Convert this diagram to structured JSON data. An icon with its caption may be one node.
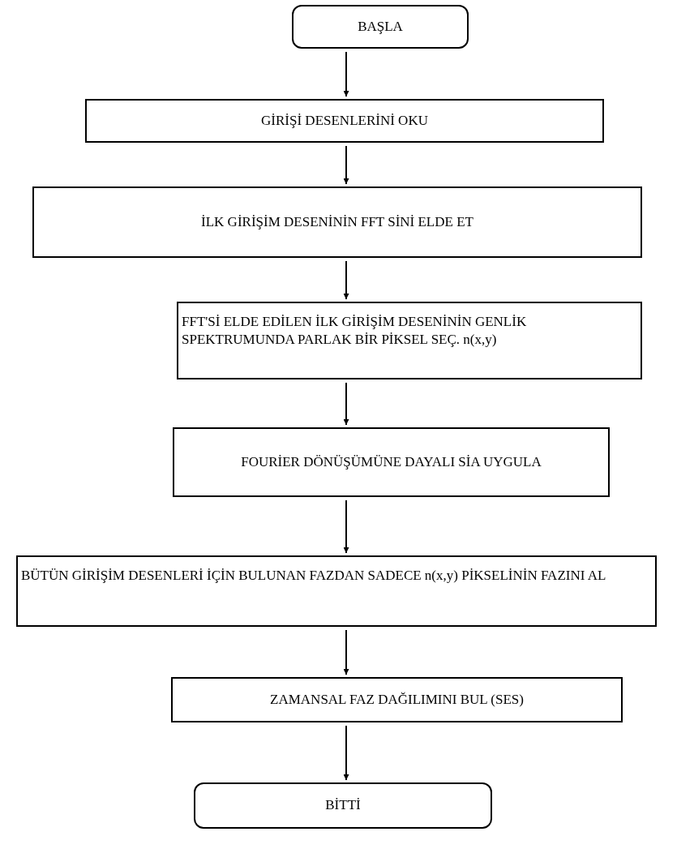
{
  "diagram": {
    "nodes": [
      {
        "text": [
          "BAŞLA"
        ]
      },
      {
        "text": [
          "GİRİŞİ DESENLERİNİ OKU"
        ]
      },
      {
        "text": [
          "İLK GİRİŞİM DESENİNİN FFT SİNİ ELDE ET"
        ]
      },
      {
        "text": [
          "FFT'Sİ ELDE EDİLEN İLK GİRİŞİM DESENİNİN GENLİK SPEKTRUMUNDA PARLAK BİR PİKSEL SEÇ. n(x,y)"
        ]
      },
      {
        "text": [
          "FOURİER DÖNÜŞÜMÜNE DAYALI SİA UYGULA"
        ]
      },
      {
        "text": [
          "BÜTÜN GİRİŞİM DESENLERİ İÇİN BULUNAN FAZDAN SADECE n(x,y) PİKSELİNİN FAZINI AL"
        ]
      },
      {
        "text": [
          "ZAMANSAL FAZ DAĞILIMINI BUL (SES)"
        ]
      },
      {
        "text": [
          "BİTTİ"
        ]
      }
    ],
    "edges": [
      {
        "from": 0,
        "to": 1,
        "arrow": "to"
      },
      {
        "from": 1,
        "to": 2,
        "arrow": "to"
      },
      {
        "from": 2,
        "to": 3,
        "arrow": "to"
      },
      {
        "from": 3,
        "to": 4,
        "arrow": "to"
      },
      {
        "from": 4,
        "to": 5,
        "arrow": "to"
      },
      {
        "from": 5,
        "to": 6,
        "arrow": "to"
      },
      {
        "from": 6,
        "to": 7,
        "arrow": "to"
      }
    ]
  }
}
